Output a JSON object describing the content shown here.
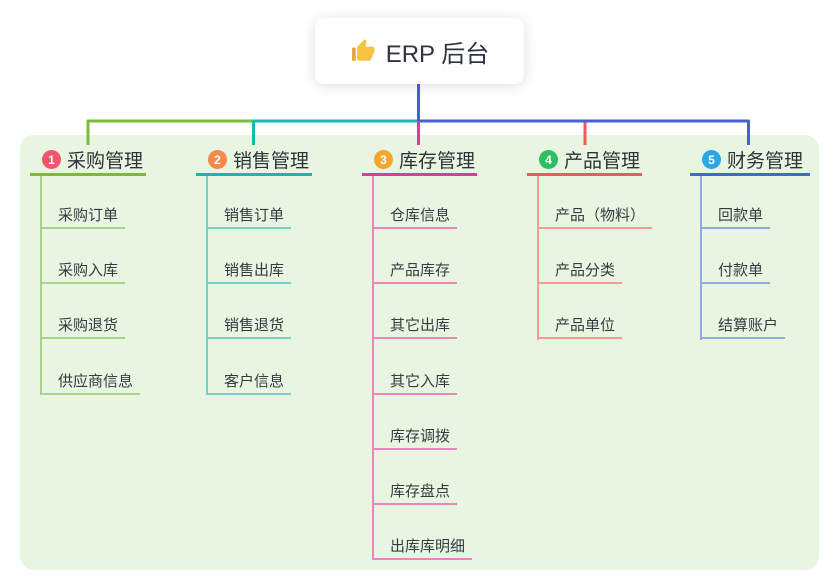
{
  "root": {
    "label": "ERP 后台",
    "icon": "thumbs-up-icon"
  },
  "colors": {
    "panel_bg": "#E8F5E1",
    "root_connector": "#4A5FD2",
    "branches": [
      {
        "line": "#7CB93F",
        "light": "#A9D389",
        "badge": "#F1566E"
      },
      {
        "line": "#17B8B0",
        "light": "#79CFC9",
        "badge": "#F18A4B"
      },
      {
        "line": "#DE3A96",
        "light": "#EE82BB",
        "badge": "#F5A62F"
      },
      {
        "line": "#F2575C",
        "light": "#F49B98",
        "badge": "#2DBE62"
      },
      {
        "line": "#3E68D8",
        "light": "#91A9E2",
        "badge": "#2BA7E8"
      }
    ]
  },
  "branches": [
    {
      "index": "1",
      "label": "采购管理",
      "children": [
        "采购订单",
        "采购入库",
        "采购退货",
        "供应商信息"
      ]
    },
    {
      "index": "2",
      "label": "销售管理",
      "children": [
        "销售订单",
        "销售出库",
        "销售退货",
        "客户信息"
      ]
    },
    {
      "index": "3",
      "label": "库存管理",
      "children": [
        "仓库信息",
        "产品库存",
        "其它出库",
        "其它入库",
        "库存调拨",
        "库存盘点",
        "出库库明细"
      ]
    },
    {
      "index": "4",
      "label": "产品管理",
      "children": [
        "产品（物料）",
        "产品分类",
        "产品单位"
      ]
    },
    {
      "index": "5",
      "label": "财务管理",
      "children": [
        "回款单",
        "付款单",
        "结算账户"
      ]
    }
  ]
}
